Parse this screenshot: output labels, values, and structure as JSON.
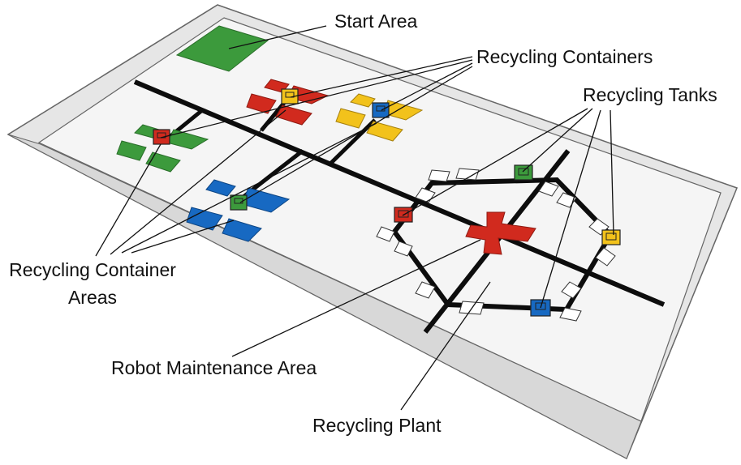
{
  "labels": {
    "start_area": "Start Area",
    "recycling_containers": "Recycling Containers",
    "recycling_tanks": "Recycling Tanks",
    "container_areas_line1": "Recycling Container",
    "container_areas_line2": "Areas",
    "robot_maintenance_area": "Robot Maintenance Area",
    "recycling_plant": "Recycling Plant"
  },
  "colors": {
    "green": "#3c9a3c",
    "red": "#d12a1e",
    "yellow": "#f2c21b",
    "blue": "#1769c2",
    "line": "#0d0d0d",
    "board_floor": "#f4f4f4",
    "board_wall": "#e6e6e6"
  }
}
